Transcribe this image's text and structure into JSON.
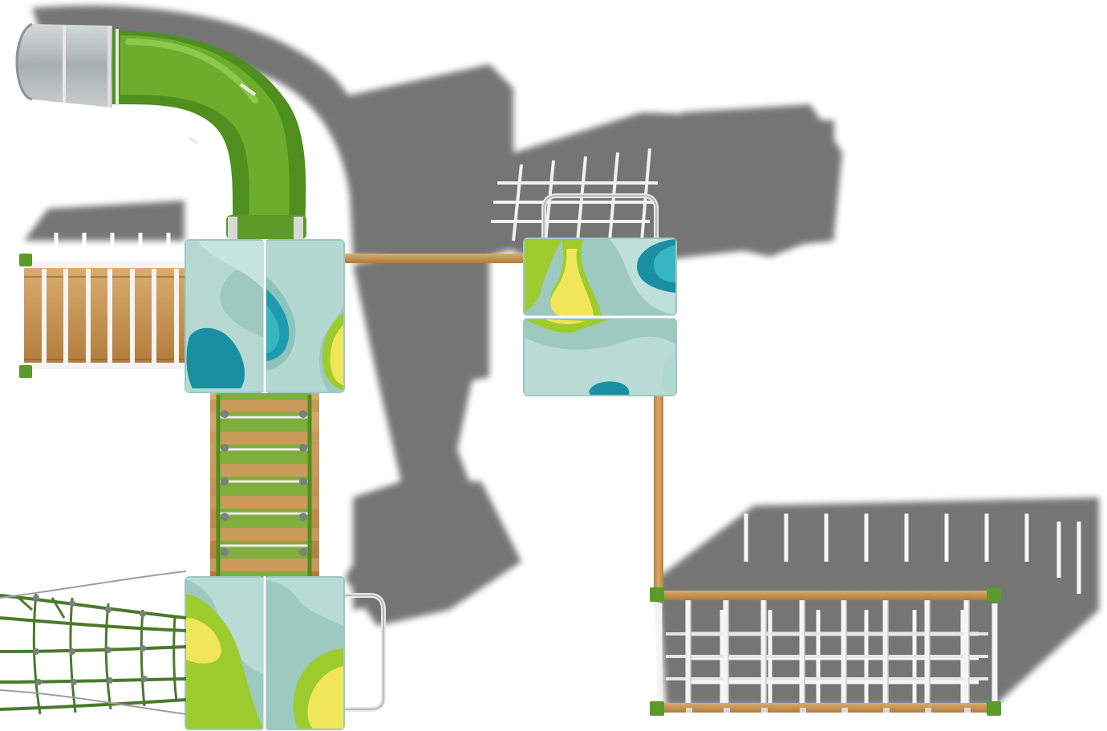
{
  "scene": {
    "subject": "playground-structure-top-view",
    "components": [
      {
        "name": "tube-slide",
        "kind": "slide"
      },
      {
        "name": "bridge-deck-left",
        "kind": "bridge"
      },
      {
        "name": "tower-roof-left-top",
        "kind": "roof-panel"
      },
      {
        "name": "ladder-bridge-middle",
        "kind": "bridge"
      },
      {
        "name": "tower-roof-left-bottom",
        "kind": "roof-panel"
      },
      {
        "name": "climbing-net-left",
        "kind": "net"
      },
      {
        "name": "tower-roof-right",
        "kind": "roof-panel"
      },
      {
        "name": "wooden-beam-connector",
        "kind": "beam"
      },
      {
        "name": "railed-platform-right",
        "kind": "platform"
      }
    ]
  },
  "colors": {
    "background": "#ffffff",
    "shadow": "#6e6e6e",
    "slide_green": "#4f8f1f",
    "slide_green_light": "#6fb02c",
    "tube_grey": "#b8bfbe",
    "wood": "#c99a5a",
    "wood_dark": "#a47436",
    "post_green": "#5b9a2b",
    "panel_mint": "#9dc9c0",
    "panel_mint_light": "#bfe0da",
    "panel_teal": "#1a8fa3",
    "panel_lime": "#9ccc2e",
    "panel_yellow": "#f1e55a",
    "rail_white": "#f4f4f4",
    "net_rope": "#4a7a2a",
    "grate": "#e6e6e6"
  }
}
